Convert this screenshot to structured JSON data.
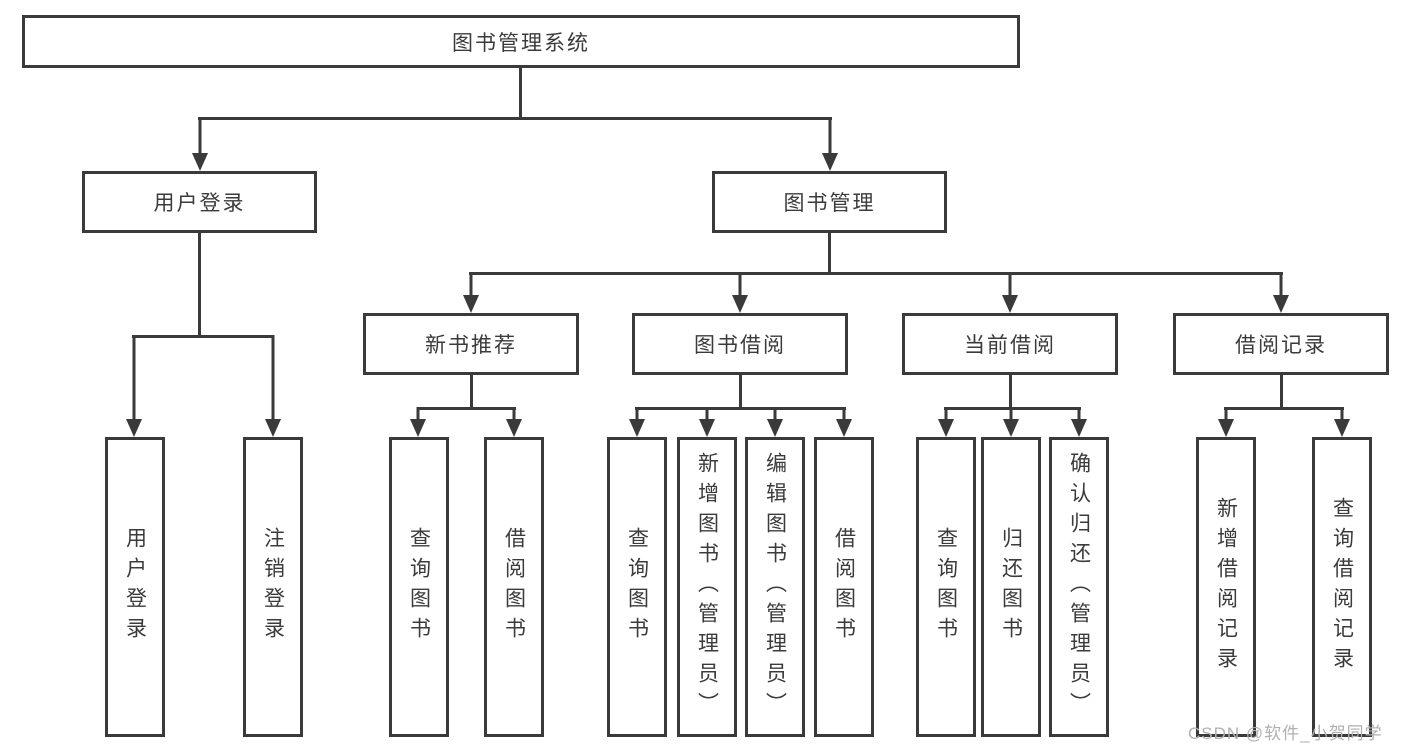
{
  "diagram": {
    "root": "图书管理系统",
    "branches": [
      {
        "label": "用户登录",
        "children": [
          "用户登录",
          "注销登录"
        ]
      },
      {
        "label": "图书管理",
        "children": [
          {
            "label": "新书推荐",
            "children": [
              "查询图书",
              "借阅图书"
            ]
          },
          {
            "label": "图书借阅",
            "children": [
              "查询图书",
              "新增图书（管理员）",
              "编辑图书（管理员）",
              "借阅图书"
            ]
          },
          {
            "label": "当前借阅",
            "children": [
              "查询图书",
              "归还图书",
              "确认归还（管理员）"
            ]
          },
          {
            "label": "借阅记录",
            "children": [
              "新增借阅记录",
              "查询借阅记录"
            ]
          }
        ]
      }
    ]
  },
  "watermark": "CSDN @软件_小贺同学",
  "colors": {
    "line": "#3a3a3a",
    "text": "#3b3b3b",
    "watermark": "#b0b0b0"
  }
}
